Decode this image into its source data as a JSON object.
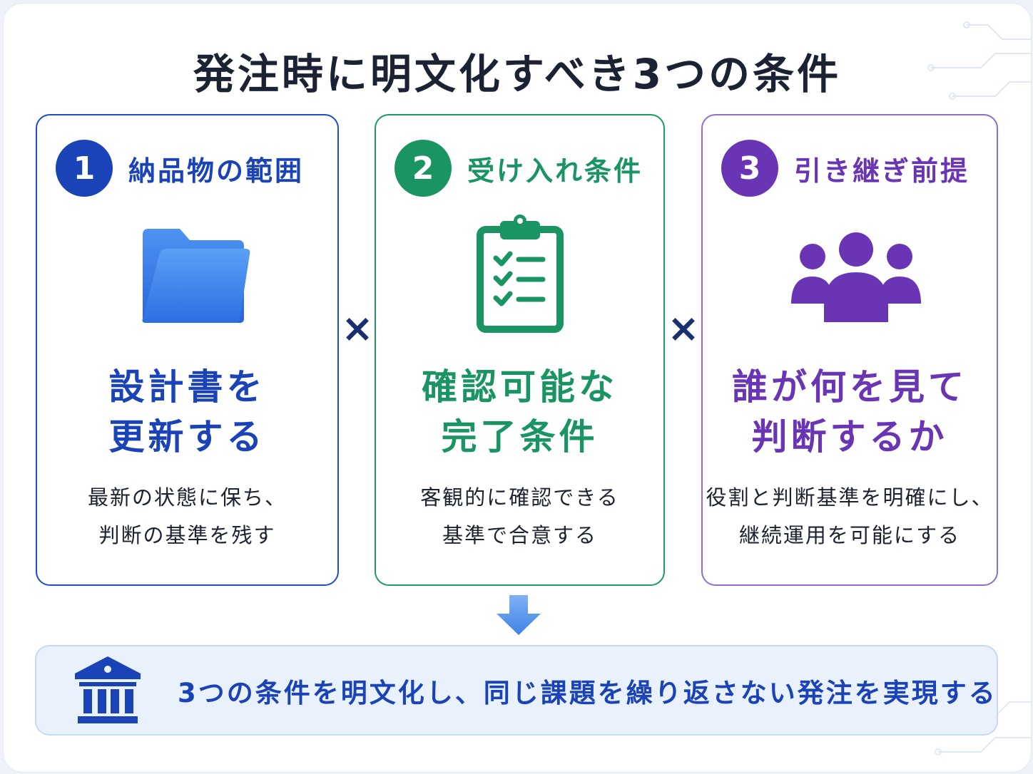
{
  "title": "発注時に明文化すべき3つの条件",
  "cards": [
    {
      "number": "1",
      "label": "納品物の範囲",
      "icon": "folder-icon",
      "main_line1": "設計書を",
      "main_line2": "更新する",
      "desc_line1": "最新の状態に保ち、",
      "desc_line2": "判断の基準を残す",
      "color": "#1a43b8"
    },
    {
      "number": "2",
      "label": "受け入れ条件",
      "icon": "clipboard-checklist-icon",
      "main_line1": "確認可能な",
      "main_line2": "完了条件",
      "desc_line1": "客観的に確認できる",
      "desc_line2": "基準で合意する",
      "color": "#1b9463"
    },
    {
      "number": "3",
      "label": "引き継ぎ前提",
      "icon": "people-group-icon",
      "main_line1": "誰が何を見て",
      "main_line2": "判断するか",
      "desc_line1": "役割と判断基準を明確にし、",
      "desc_line2": "継続運用を可能にする",
      "color": "#6a35b5"
    }
  ],
  "operator": "×",
  "banner": {
    "icon": "institution-building-icon",
    "text": "3つの条件を明文化し、同じ課題を繰り返さない発注を実現する"
  }
}
